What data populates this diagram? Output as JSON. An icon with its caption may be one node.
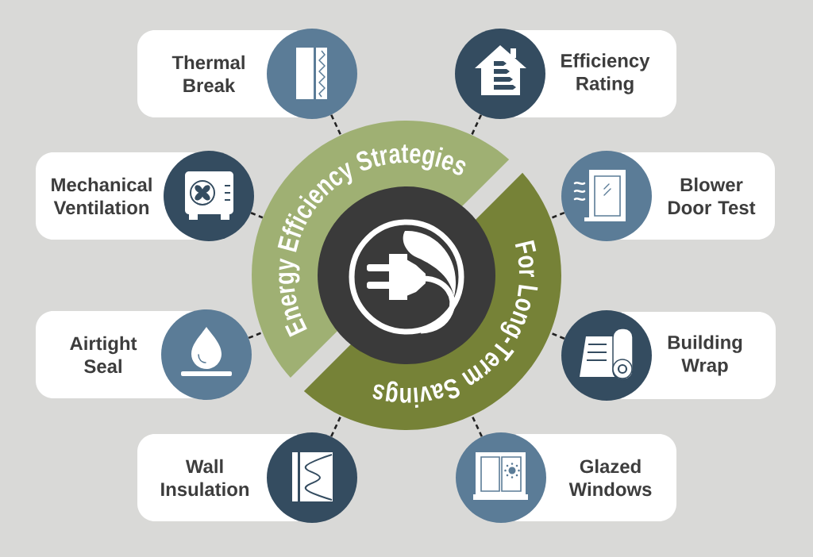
{
  "diagram": {
    "nodes": [
      {
        "text": [
          "Energy Efficiency Strategies"
        ]
      },
      {
        "text": [
          "For Long-Term Savings"
        ]
      },
      {
        "text": [
          "Thermal Break"
        ]
      },
      {
        "text": [
          "Efficiency Rating"
        ]
      },
      {
        "text": [
          "Mechanical Ventilation"
        ]
      },
      {
        "text": [
          "Blower Door Test"
        ]
      },
      {
        "text": [
          "Airtight Seal"
        ]
      },
      {
        "text": [
          "Building Wrap"
        ]
      },
      {
        "text": [
          "Wall Insulation"
        ]
      },
      {
        "text": [
          "Glazed Windows"
        ]
      }
    ],
    "edges": [
      {
        "from": 2,
        "to": 0,
        "arrow": "none",
        "style": "dashed"
      },
      {
        "from": 3,
        "to": 0,
        "arrow": "none",
        "style": "dashed"
      },
      {
        "from": 4,
        "to": 0,
        "arrow": "none",
        "style": "dashed"
      },
      {
        "from": 5,
        "to": 1,
        "arrow": "none",
        "style": "dashed"
      },
      {
        "from": 6,
        "to": 0,
        "arrow": "none",
        "style": "dashed"
      },
      {
        "from": 7,
        "to": 1,
        "arrow": "none",
        "style": "dashed"
      },
      {
        "from": 8,
        "to": 1,
        "arrow": "none",
        "style": "dashed"
      },
      {
        "from": 9,
        "to": 1,
        "arrow": "none",
        "style": "dashed"
      }
    ]
  }
}
